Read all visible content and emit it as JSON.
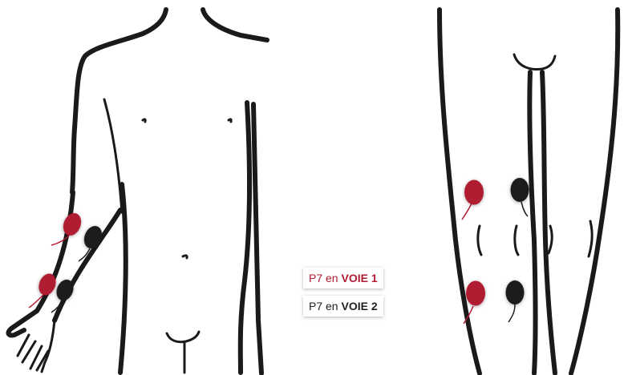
{
  "colors": {
    "channel_1": "#b01c33",
    "channel_2": "#1f1f1f",
    "outline": "#1a1a1a"
  },
  "legend": [
    {
      "program": "P7",
      "connector": "en",
      "channel": "VOIE 1",
      "color": "#b01c33"
    },
    {
      "program": "P7",
      "connector": "en",
      "channel": "VOIE 2",
      "color": "#1f1f1f"
    }
  ],
  "electrodes": {
    "forearm": [
      {
        "channel": "VOIE 1",
        "color": "red"
      },
      {
        "channel": "VOIE 2",
        "color": "black"
      },
      {
        "channel": "VOIE 1",
        "color": "red"
      },
      {
        "channel": "VOIE 2",
        "color": "black"
      }
    ],
    "thigh": [
      {
        "channel": "VOIE 1",
        "color": "red"
      },
      {
        "channel": "VOIE 2",
        "color": "black"
      },
      {
        "channel": "VOIE 1",
        "color": "red"
      },
      {
        "channel": "VOIE 2",
        "color": "black"
      }
    ]
  }
}
